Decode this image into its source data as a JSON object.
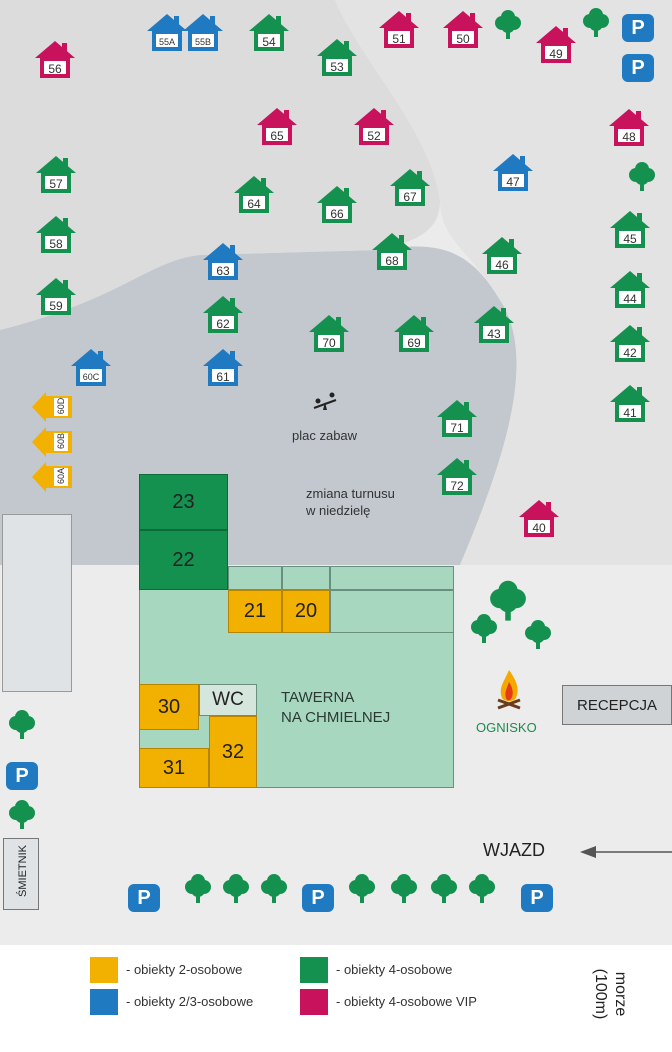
{
  "colors": {
    "two_person": "#f2b000",
    "two_three_person": "#1f7ac1",
    "four_person": "#14914f",
    "four_person_vip": "#c8125c"
  },
  "houses": [
    {
      "num": "56",
      "type": "vip"
    },
    {
      "num": "55A",
      "type": "blue"
    },
    {
      "num": "55B",
      "type": "blue"
    },
    {
      "num": "54",
      "type": "green"
    },
    {
      "num": "53",
      "type": "green"
    },
    {
      "num": "51",
      "type": "vip"
    },
    {
      "num": "50",
      "type": "vip"
    },
    {
      "num": "49",
      "type": "vip"
    },
    {
      "num": "48",
      "type": "vip"
    },
    {
      "num": "65",
      "type": "vip"
    },
    {
      "num": "52",
      "type": "vip"
    },
    {
      "num": "47",
      "type": "blue"
    },
    {
      "num": "57",
      "type": "green"
    },
    {
      "num": "64",
      "type": "green"
    },
    {
      "num": "66",
      "type": "green"
    },
    {
      "num": "67",
      "type": "green"
    },
    {
      "num": "58",
      "type": "green"
    },
    {
      "num": "68",
      "type": "green"
    },
    {
      "num": "46",
      "type": "green"
    },
    {
      "num": "45",
      "type": "green"
    },
    {
      "num": "63",
      "type": "blue"
    },
    {
      "num": "44",
      "type": "green"
    },
    {
      "num": "59",
      "type": "green"
    },
    {
      "num": "62",
      "type": "green"
    },
    {
      "num": "43",
      "type": "green"
    },
    {
      "num": "70",
      "type": "green"
    },
    {
      "num": "69",
      "type": "green"
    },
    {
      "num": "42",
      "type": "green"
    },
    {
      "num": "60C",
      "type": "blue"
    },
    {
      "num": "61",
      "type": "blue"
    },
    {
      "num": "41",
      "type": "green"
    },
    {
      "num": "71",
      "type": "green"
    },
    {
      "num": "72",
      "type": "green"
    },
    {
      "num": "40",
      "type": "vip"
    }
  ],
  "units_60": [
    "60D",
    "60B",
    "60A"
  ],
  "rooms": {
    "r23": "23",
    "r22": "22",
    "r21": "21",
    "r20": "20",
    "r30": "30",
    "r31": "31",
    "r32": "32",
    "wc": "WC"
  },
  "labels": {
    "playground": "plac zabaw",
    "change_line1": "zmiana turnusu",
    "change_line2": "w niedzielę",
    "tavern_line1": "TAWERNA",
    "tavern_line2": "NA CHMIELNEJ",
    "bonfire": "OGNISKO",
    "reception": "RECEPCJA",
    "entrance": "WJAZD",
    "trash": "ŚMIETNIK",
    "sea_line1": "morze",
    "sea_line2": "(100m)",
    "parking": "P"
  },
  "legend": [
    {
      "text": "- obiekty 2-osobowe",
      "color": "#f2b000"
    },
    {
      "text": "- obiekty 2/3-osobowe",
      "color": "#1f7ac1"
    },
    {
      "text": "- obiekty 4-osobowe",
      "color": "#14914f"
    },
    {
      "text": "- obiekty 4-osobowe VIP",
      "color": "#c8125c"
    }
  ]
}
